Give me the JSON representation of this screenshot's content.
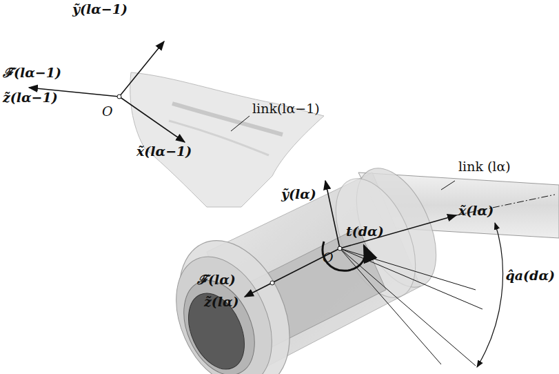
{
  "diagram": {
    "labels": [
      "ỹ(lα−1)",
      "ℱ̃(lα−1)",
      "z̃(lα−1)",
      "O",
      "x̃(lα−1)",
      "link(lα−1)",
      "ỹ(lα)",
      "link (lα)",
      "x̃(lα)",
      "O",
      "t(dα)",
      "ℱ̃(lα)",
      "z̃(lα)",
      "q̂a(dα)"
    ]
  }
}
